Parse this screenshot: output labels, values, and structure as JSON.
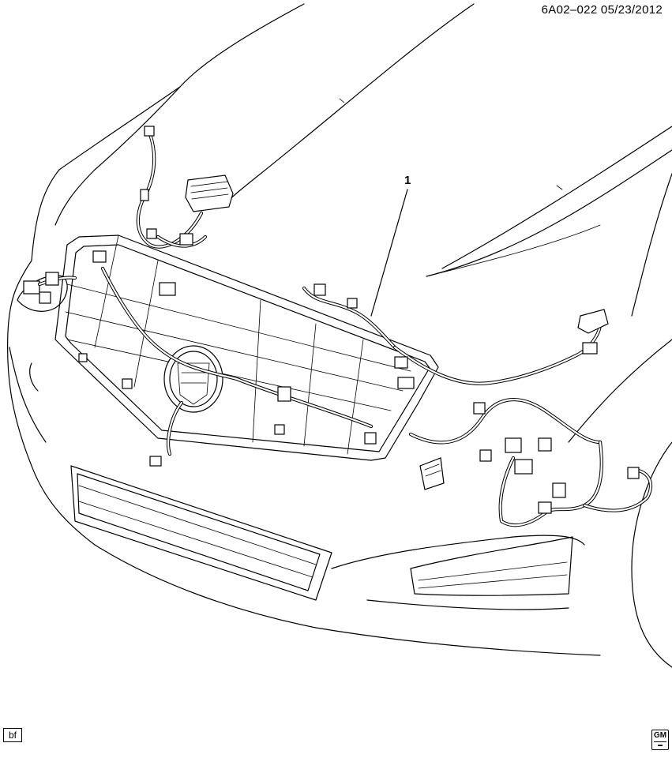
{
  "document": {
    "id_date": "6A02–022  05/23/2012",
    "callout_number": "1",
    "footer_left_code": "bf",
    "logo_text": "GM"
  }
}
